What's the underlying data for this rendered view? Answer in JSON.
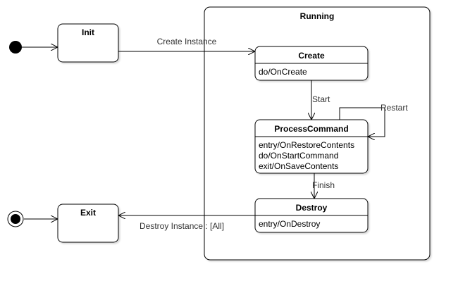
{
  "diagram": {
    "composite_state": {
      "title": "Running"
    },
    "states": {
      "init": {
        "title": "Init"
      },
      "exit": {
        "title": "Exit"
      },
      "create": {
        "title": "Create",
        "actions": [
          "do/OnCreate"
        ]
      },
      "process_command": {
        "title": "ProcessCommand",
        "actions": [
          "entry/OnRestoreContents",
          "do/OnStartCommand",
          "exit/OnSaveContents"
        ]
      },
      "destroy": {
        "title": "Destroy",
        "actions": [
          "entry/OnDestroy"
        ]
      }
    },
    "transitions": {
      "create_instance": "Create Instance",
      "start": "Start",
      "restart": "Restart",
      "finish": "Finish",
      "destroy_instance": "Destroy Instance :  [All]"
    },
    "colors": {
      "stroke": "#000000",
      "background": "#ffffff",
      "label": "#333333"
    }
  }
}
